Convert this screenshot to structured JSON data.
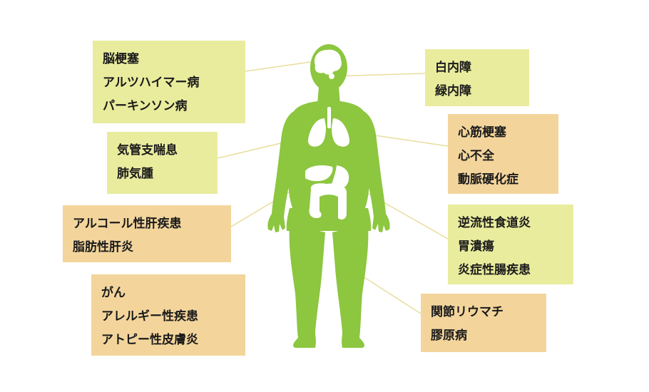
{
  "colors": {
    "body": "#8dc63f",
    "organ": "#ffffff",
    "connector": "#e8de9c",
    "box_yellow": "#e9ec9d",
    "box_orange": "#f3d59c"
  },
  "labels": {
    "brain": {
      "style": "yellow",
      "lines": [
        "脳梗塞",
        "アルツハイマー病",
        "パーキンソン病"
      ]
    },
    "respiratory": {
      "style": "yellow",
      "lines": [
        "気管支喘息",
        "肺気腫"
      ]
    },
    "liver": {
      "style": "orange",
      "lines": [
        "アルコール性肝疾患",
        "脂肪性肝炎"
      ]
    },
    "systemic": {
      "style": "orange",
      "lines": [
        "がん",
        "アレルギー性疾患",
        "アトピー性皮膚炎"
      ]
    },
    "eye": {
      "style": "yellow",
      "lines": [
        "白内障",
        "緑内障"
      ]
    },
    "heart": {
      "style": "orange",
      "lines": [
        "心筋梗塞",
        "心不全",
        "動脈硬化症"
      ]
    },
    "digestive": {
      "style": "yellow",
      "lines": [
        "逆流性食道炎",
        "胃潰瘍",
        "炎症性腸疾患"
      ]
    },
    "joint": {
      "style": "orange",
      "lines": [
        "関節リウマチ",
        "膠原病"
      ]
    }
  }
}
